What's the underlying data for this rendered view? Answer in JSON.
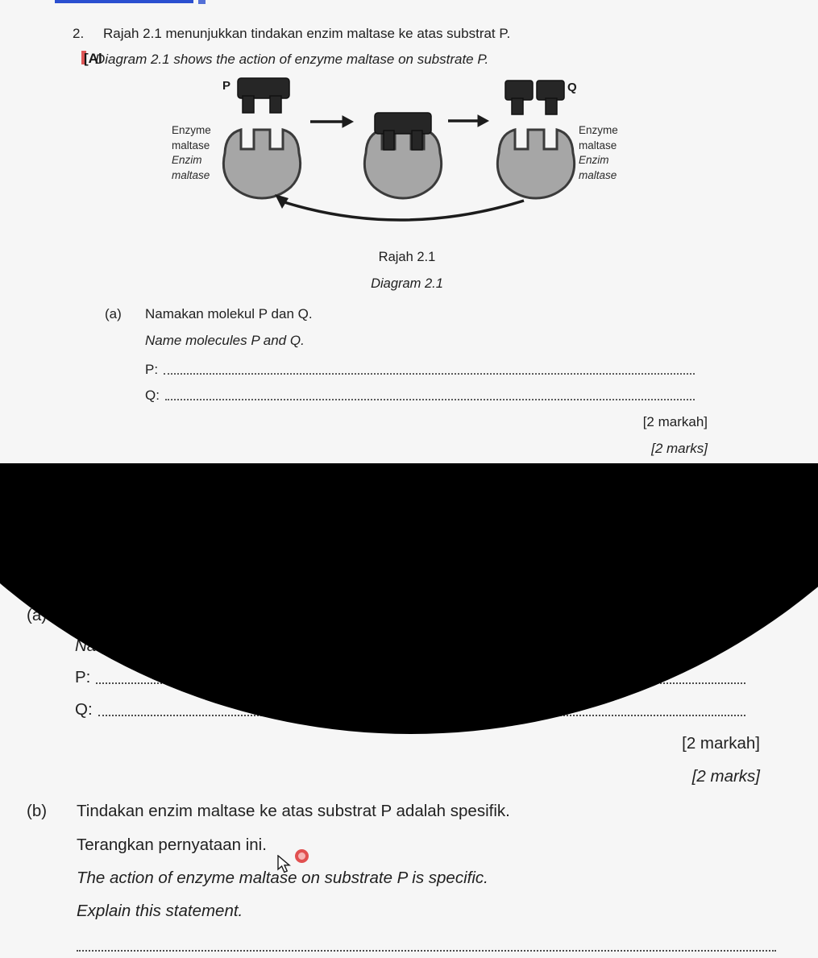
{
  "colors": {
    "overlay": "#000000",
    "link_blue": "#2b4fd0",
    "click_red": "#e04343",
    "substrate": "#262626",
    "enzyme_fill": "#a6a6a6",
    "enzyme_stroke": "#3b3b3b"
  },
  "header": {
    "question_number": "2.",
    "intro_ms": "Rajah 2.1 menunjukkan tindakan enzim maltase ke atas substrat P.",
    "artifact_fragment": "[Al",
    "intro_en": "Diagram 2.1 shows the action of enzyme maltase on substrate P."
  },
  "diagram": {
    "substrate_label": "P",
    "product_label": "Q",
    "enzyme_label": {
      "en1": "Enzyme",
      "en2": "maltase",
      "ms1": "Enzim",
      "ms2": "maltase"
    },
    "caption_ms": "Rajah 2.1",
    "caption_en": "Diagram 2.1"
  },
  "part_a": {
    "label": "(a)",
    "prompt_ms": "Namakan molekul P dan Q.",
    "prompt_en": "Name molecules P and Q.",
    "p_label": "P:",
    "q_label": "Q:",
    "marks_ms": "[2 markah]",
    "marks_en": "[2 marks]"
  },
  "part_a_zoomed": {
    "label": "(a)",
    "visible_fragment": "Na",
    "p_label": "P:",
    "q_label": "Q:",
    "marks_ms": "[2 markah]",
    "marks_en": "[2 marks]"
  },
  "part_b": {
    "label": "(b)",
    "prompt_ms_1": "Tindakan enzim maltase ke atas substrat P adalah spesifik.",
    "prompt_ms_2": "Terangkan pernyataan ini.",
    "prompt_en_1": "The action of enzyme maltase on substrate P is specific.",
    "prompt_en_2": "Explain this statement."
  }
}
